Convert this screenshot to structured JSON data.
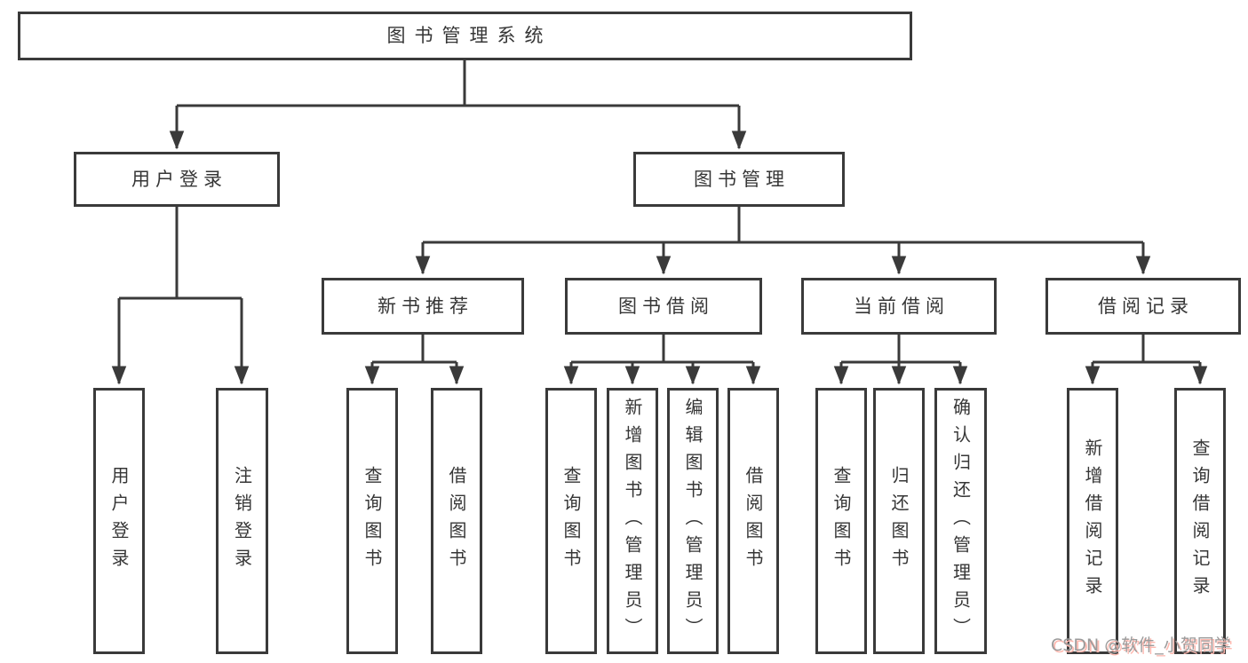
{
  "diagram": {
    "root": {
      "label": "图书管理系统"
    },
    "level2": [
      {
        "label": "用户登录"
      },
      {
        "label": "图书管理"
      }
    ],
    "level3": [
      {
        "label": "新书推荐"
      },
      {
        "label": "图书借阅"
      },
      {
        "label": "当前借阅"
      },
      {
        "label": "借阅记录"
      }
    ],
    "leaves": {
      "user_login": [
        {
          "label": "用户登录"
        },
        {
          "label": "注销登录"
        }
      ],
      "new_book_recommend": [
        {
          "label": "查询图书"
        },
        {
          "label": "借阅图书"
        }
      ],
      "book_borrow": [
        {
          "label": "查询图书"
        },
        {
          "label": "新增图书（管理员）"
        },
        {
          "label": "编辑图书（管理员）"
        },
        {
          "label": "借阅图书"
        }
      ],
      "current_borrow": [
        {
          "label": "查询图书"
        },
        {
          "label": "归还图书"
        },
        {
          "label": "确认归还（管理员）"
        }
      ],
      "borrow_records": [
        {
          "label": "新增借阅记录"
        },
        {
          "label": "查询借阅记录"
        }
      ]
    }
  },
  "watermark": {
    "text": "CSDN @软件_小贺同学"
  },
  "colors": {
    "line": "#3a3a3a",
    "text": "#363636",
    "background": "#ffffff",
    "watermark": "#9b9b9b",
    "watermark_shadow": "#ffb9b0"
  }
}
